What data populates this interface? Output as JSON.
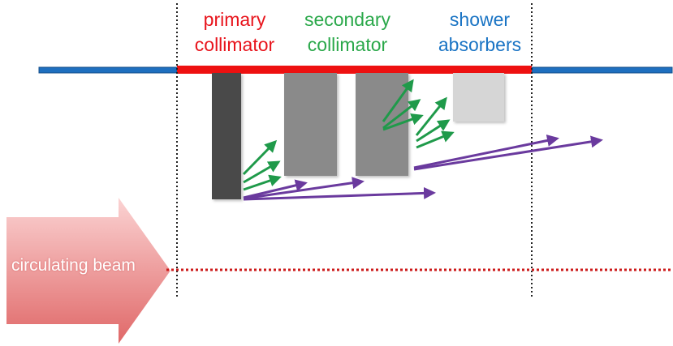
{
  "labels": {
    "primary": {
      "line1": "primary",
      "line2": "collimator"
    },
    "secondary": {
      "line1": "secondary",
      "line2": "collimator"
    },
    "absorber": {
      "line1": "shower",
      "line2": "absorbers"
    },
    "beam": "circulating beam"
  },
  "colors": {
    "primary": "#e8141c",
    "secondary": "#2aa84a",
    "absorber": "#1a74c4",
    "pipe": "#1e6fbf",
    "red_bar": "#ee1111",
    "green_arrow": "#1f9a4a",
    "purple_arrow": "#6a3a9e",
    "beam_dotted": "#cc1a1a"
  }
}
